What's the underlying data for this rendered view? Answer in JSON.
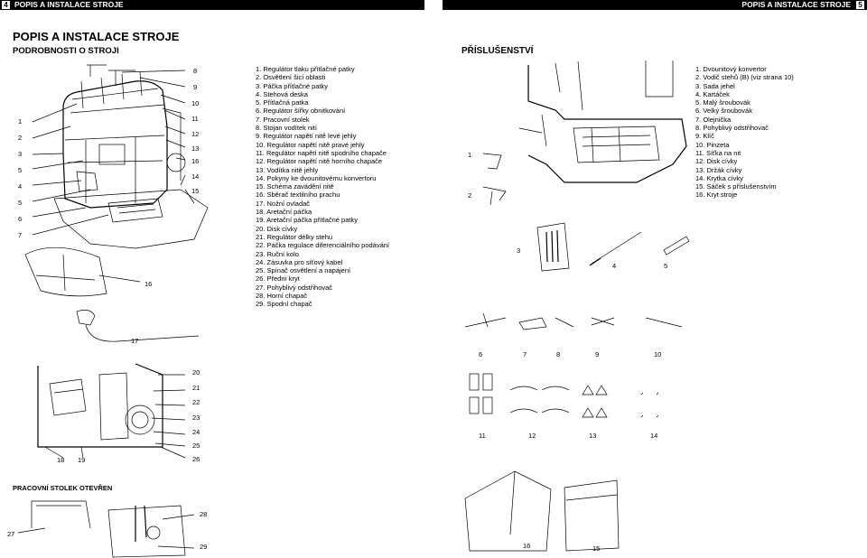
{
  "header": {
    "left_page_no": "4",
    "left_title": "POPIS A INSTALACE STROJE",
    "right_title": "POPIS A INSTALACE STROJE",
    "right_page_no": "5"
  },
  "left": {
    "main_title": "POPIS A INSTALACE STROJE",
    "subtitle": "PODROBNOSTI O STROJI",
    "parts": [
      "1.  Regulátor tlaku přítlačné patky",
      "2.  Osvětlení šicí oblasti",
      "3.  Páčka přítlačné patky",
      "4.  Stehová deska",
      "5.  Přítlačná patka",
      "6.  Regulátor šířky obnitkování",
      "7.  Pracovní stolek",
      "8.  Stojan vodítek nití",
      "9.  Regulátor napětí nitě levé jehly",
      "10. Regulátor napětí nitě pravé jehly",
      "11. Regulátor napětí nitě spodního chapače",
      "12. Regulátor napětí nitě horního chapače",
      "13. Vodítka nitě jehly",
      "14. Pokyny ke dvounitovému konvertoru",
      "15. Schéma zavádění nitě",
      "16. Sběrač textilního prachu",
      "17. Nožní ovladač",
      "18. Aretační páčka",
      "19. Aretační páčka přítlačné patky",
      "20. Disk cívky",
      "21. Regulátor délky stehu",
      "22. Páčka regulace diferenciálního podávání",
      "23. Ruční kolo",
      "24. Zásuvka pro síťový kabel",
      "25. Spínač osvětlení a napájení",
      "26. Přední kryt",
      "27. Pohyblivý odstřihovač",
      "28. Horní chapač",
      "29. Spodní chapač"
    ],
    "callouts_left": [
      "1",
      "2",
      "3",
      "5",
      "4",
      "5",
      "6",
      "7"
    ],
    "callouts_right": [
      "8",
      "9",
      "10",
      "11",
      "12",
      "13",
      "16",
      "14",
      "15"
    ],
    "callout_16": "16",
    "callout_17": "17",
    "callouts_front_right": [
      "20",
      "21",
      "22",
      "23",
      "24",
      "25",
      "26"
    ],
    "callouts_front_bottom": [
      "18",
      "19"
    ],
    "work_table_title": "PRACOVNÍ STOLEK OTEVŘEN",
    "callout_27": "27",
    "callout_28": "28",
    "callout_29": "29"
  },
  "right": {
    "title": "PŘÍSLUŠENSTVÍ",
    "accessories": [
      "1.  Dvounitový konvertor",
      "2.  Vodič stehů (B) (viz strana 10)",
      "3.  Sada jehel",
      "4.  Kartáček",
      "5.  Malý šroubovák",
      "6.  Velký šroubovák",
      "7.  Olejnička",
      "8.  Pohyblivý odstřihovač",
      "9.  Klíč",
      "10. Pinzeta",
      "11. Síťka na nit",
      "12. Disk cívky",
      "13. Držák cívky",
      "14. Krytka cívky",
      "15. Sáček s příslušenstvím",
      "16. Kryt stroje"
    ],
    "callouts": [
      "1",
      "2",
      "3",
      "4",
      "5",
      "6",
      "7",
      "8",
      "9",
      "10",
      "11",
      "12",
      "13",
      "14",
      "16",
      "15"
    ]
  }
}
